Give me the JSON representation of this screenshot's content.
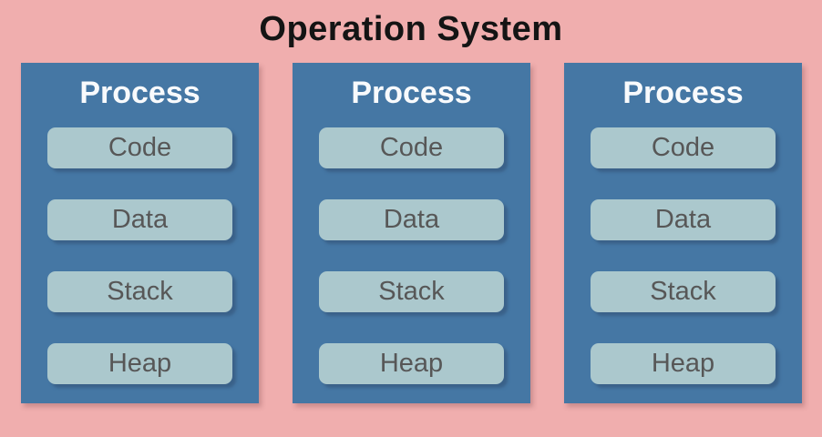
{
  "title": "Operation System",
  "colors": {
    "background": "#f0aeae",
    "process_box": "#4577a4",
    "segment_box": "#abc8cd",
    "segment_shadow": "#3a6189",
    "segment_text": "#575757",
    "process_title": "#f8fafc",
    "title_text": "#141414"
  },
  "processes": [
    {
      "label": "Process",
      "segments": [
        "Code",
        "Data",
        "Stack",
        "Heap"
      ]
    },
    {
      "label": "Process",
      "segments": [
        "Code",
        "Data",
        "Stack",
        "Heap"
      ]
    },
    {
      "label": "Process",
      "segments": [
        "Code",
        "Data",
        "Stack",
        "Heap"
      ]
    }
  ]
}
